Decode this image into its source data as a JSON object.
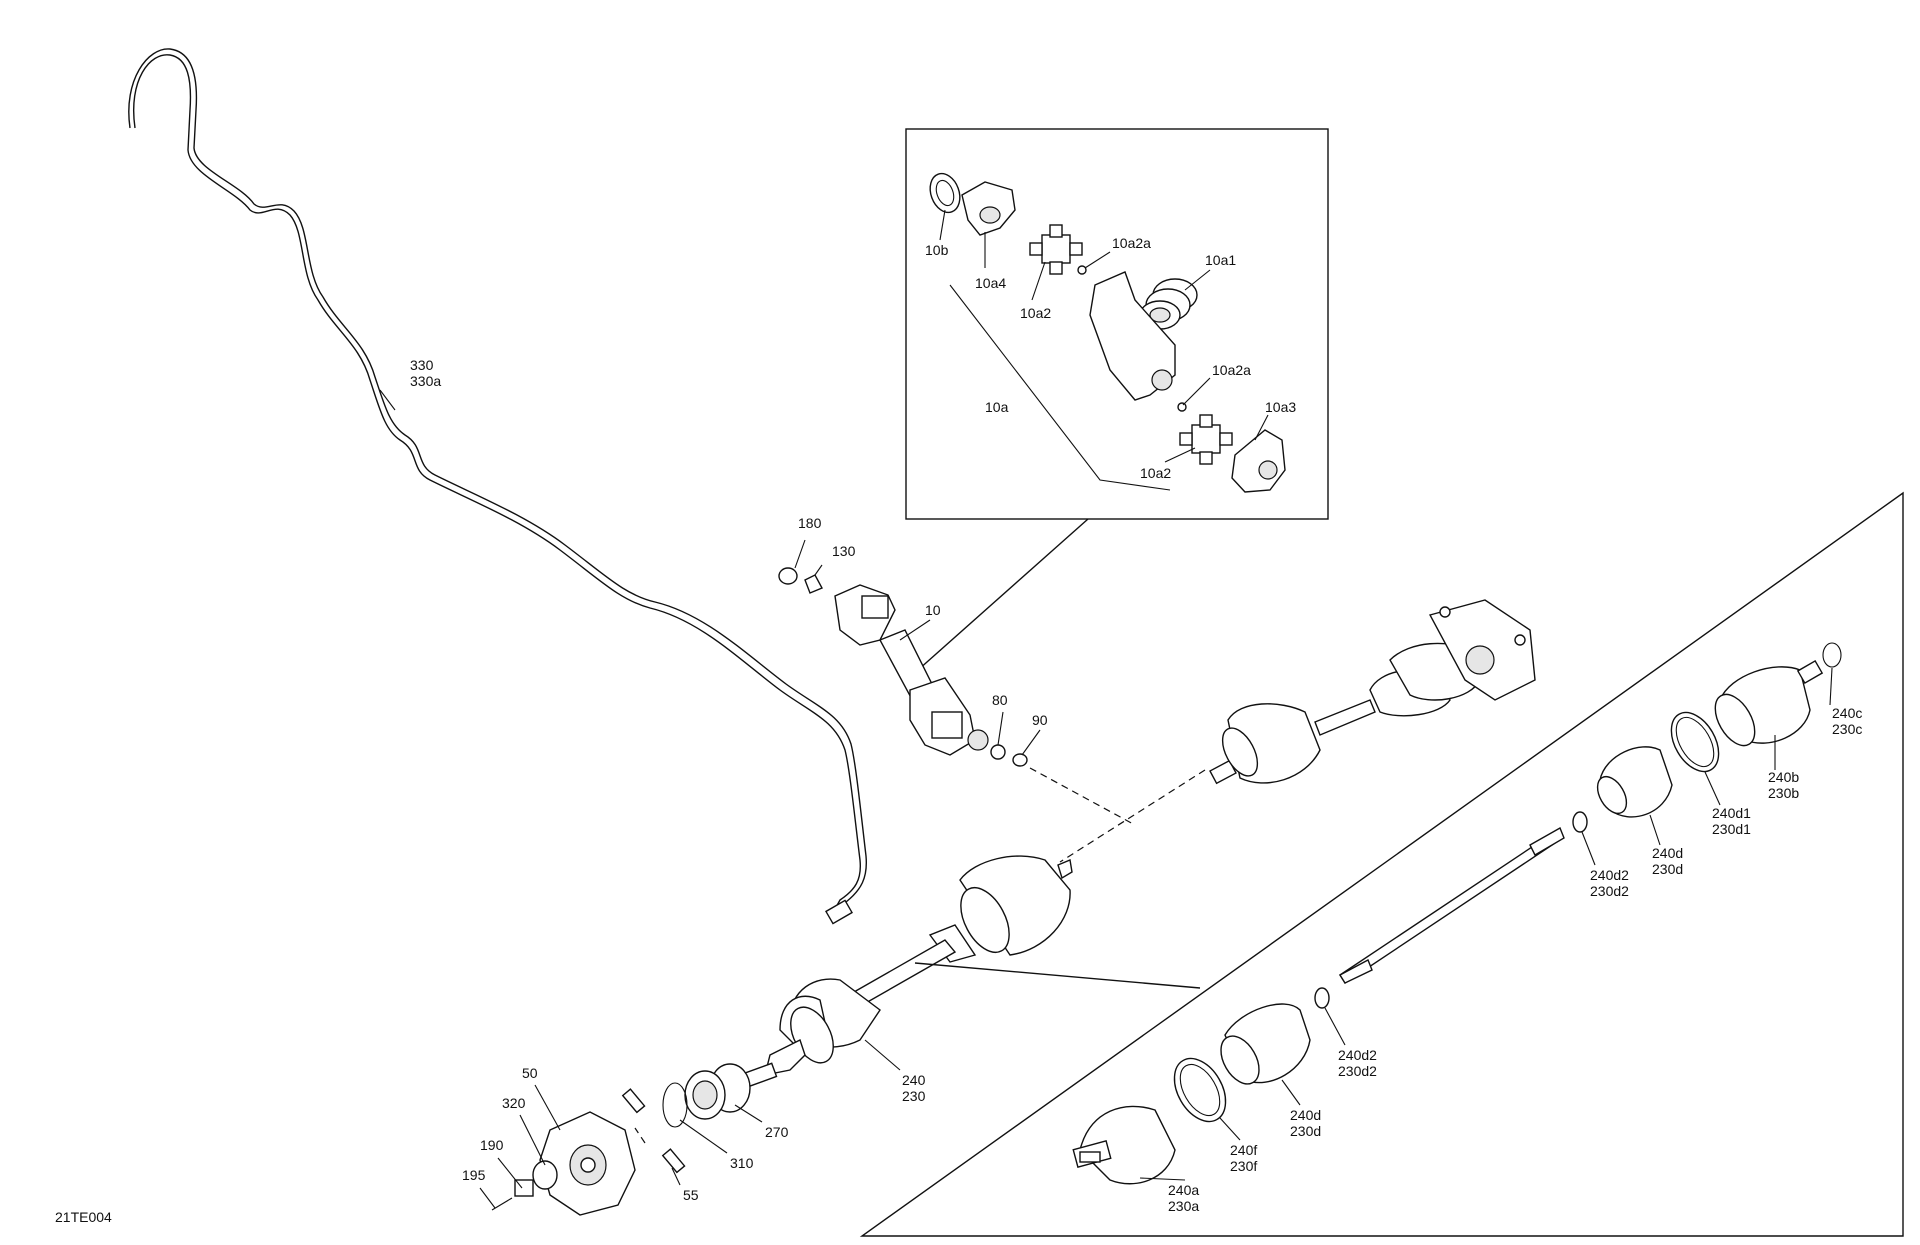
{
  "diagram_code": "21TE004",
  "callouts": [
    {
      "id": "330",
      "lines": [
        "330",
        "330a"
      ]
    },
    {
      "id": "10b",
      "lines": [
        "10b"
      ]
    },
    {
      "id": "10a4",
      "lines": [
        "10a4"
      ]
    },
    {
      "id": "10a2-top",
      "lines": [
        "10a2"
      ]
    },
    {
      "id": "10a2a-top",
      "lines": [
        "10a2a"
      ]
    },
    {
      "id": "10a1",
      "lines": [
        "10a1"
      ]
    },
    {
      "id": "10a",
      "lines": [
        "10a"
      ]
    },
    {
      "id": "10a2a-bottom",
      "lines": [
        "10a2a"
      ]
    },
    {
      "id": "10a3",
      "lines": [
        "10a3"
      ]
    },
    {
      "id": "10a2-bottom",
      "lines": [
        "10a2"
      ]
    },
    {
      "id": "180",
      "lines": [
        "180"
      ]
    },
    {
      "id": "130",
      "lines": [
        "130"
      ]
    },
    {
      "id": "10",
      "lines": [
        "10"
      ]
    },
    {
      "id": "80",
      "lines": [
        "80"
      ]
    },
    {
      "id": "90",
      "lines": [
        "90"
      ]
    },
    {
      "id": "240c",
      "lines": [
        "240c",
        "230c"
      ]
    },
    {
      "id": "240b",
      "lines": [
        "240b",
        "230b"
      ]
    },
    {
      "id": "240d1",
      "lines": [
        "240d1",
        "230d1"
      ]
    },
    {
      "id": "240d-upper",
      "lines": [
        "240d",
        "230d"
      ]
    },
    {
      "id": "240d2-upper",
      "lines": [
        "240d2",
        "230d2"
      ]
    },
    {
      "id": "240d2-lower",
      "lines": [
        "240d2",
        "230d2"
      ]
    },
    {
      "id": "240d-lower",
      "lines": [
        "240d",
        "230d"
      ]
    },
    {
      "id": "240f",
      "lines": [
        "240f",
        "230f"
      ]
    },
    {
      "id": "240a",
      "lines": [
        "240a",
        "230a"
      ]
    },
    {
      "id": "240",
      "lines": [
        "240",
        "230"
      ]
    },
    {
      "id": "270",
      "lines": [
        "270"
      ]
    },
    {
      "id": "310",
      "lines": [
        "310"
      ]
    },
    {
      "id": "55",
      "lines": [
        "55"
      ]
    },
    {
      "id": "50",
      "lines": [
        "50"
      ]
    },
    {
      "id": "320",
      "lines": [
        "320"
      ]
    },
    {
      "id": "190",
      "lines": [
        "190"
      ]
    },
    {
      "id": "195",
      "lines": [
        "195"
      ]
    }
  ]
}
